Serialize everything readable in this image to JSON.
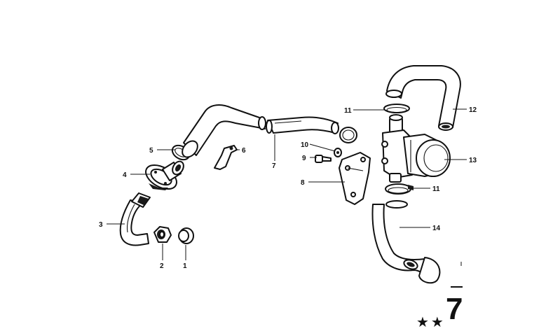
{
  "callouts": [
    {
      "id": "1",
      "label": "1"
    },
    {
      "id": "2",
      "label": "2"
    },
    {
      "id": "3",
      "label": "3"
    },
    {
      "id": "4",
      "label": "4"
    },
    {
      "id": "5",
      "label": "5"
    },
    {
      "id": "6",
      "label": "6"
    },
    {
      "id": "7",
      "label": "7"
    },
    {
      "id": "8",
      "label": "8"
    },
    {
      "id": "9",
      "label": "9"
    },
    {
      "id": "10",
      "label": "10"
    },
    {
      "id": "11a",
      "label": "11"
    },
    {
      "id": "11b",
      "label": "11"
    },
    {
      "id": "12",
      "label": "12"
    },
    {
      "id": "13",
      "label": "13"
    },
    {
      "id": "14",
      "label": "14"
    }
  ],
  "page_marker": {
    "number": "7",
    "stars": "★★"
  }
}
